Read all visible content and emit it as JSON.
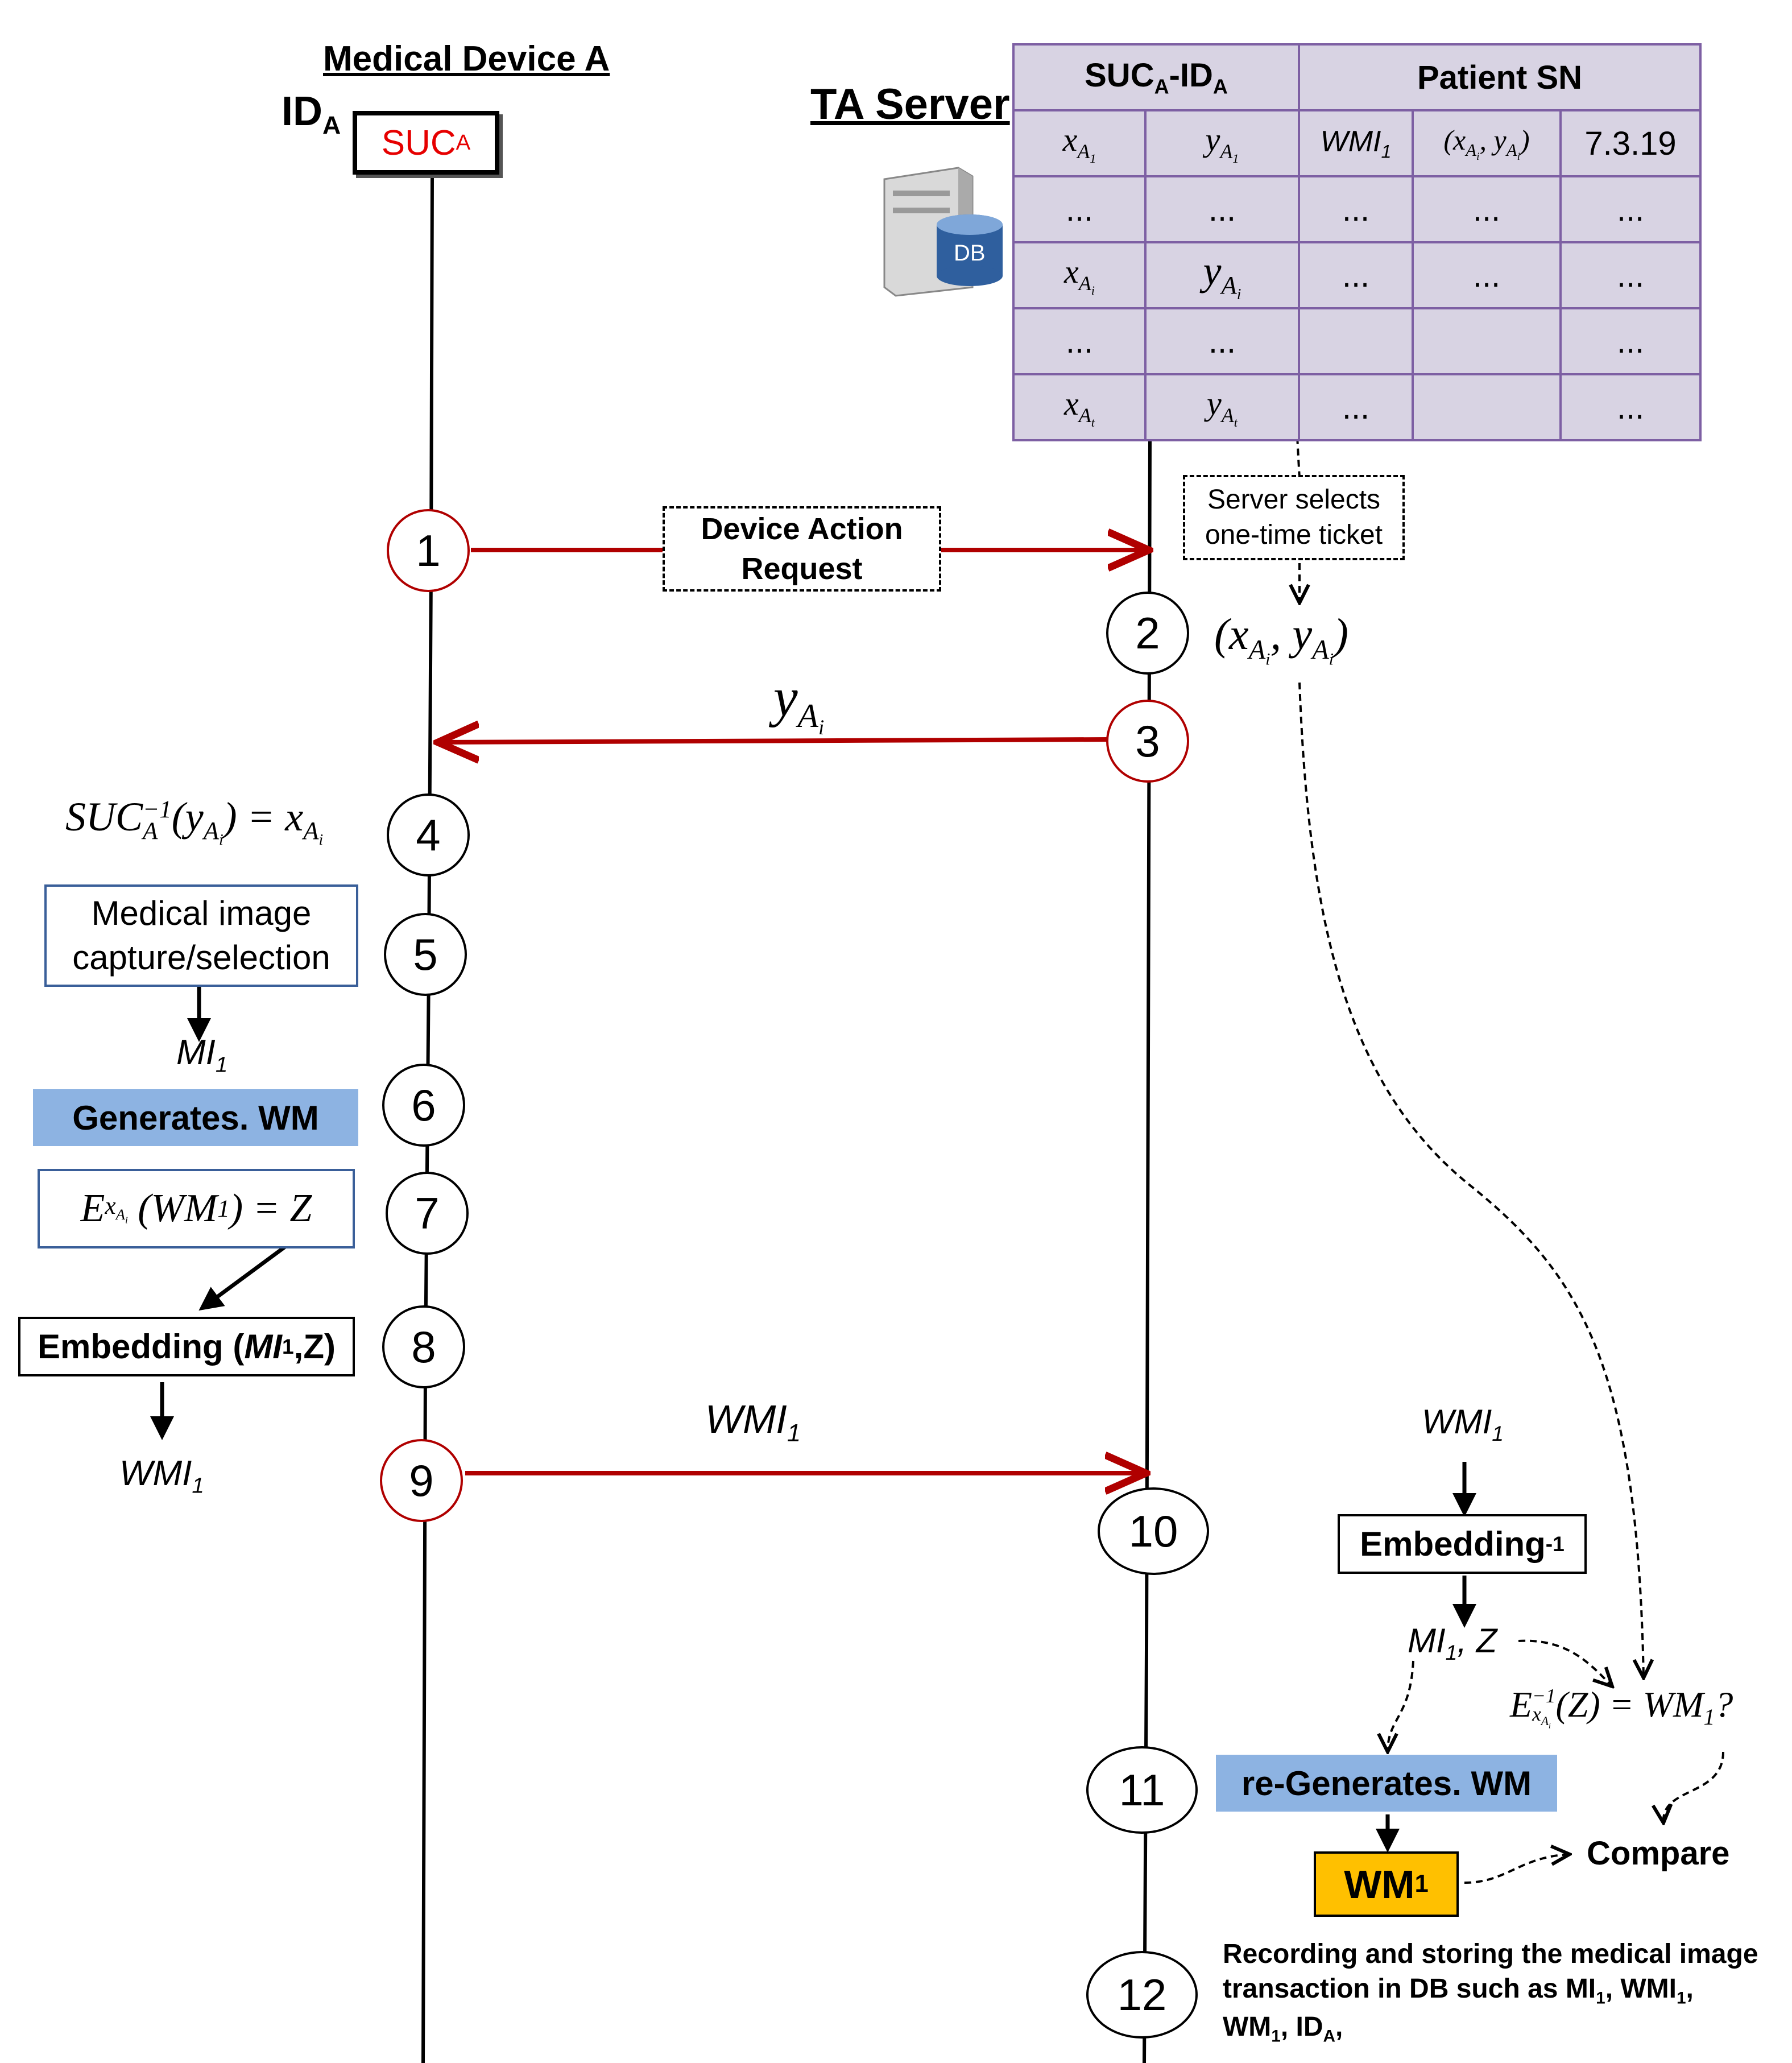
{
  "device": {
    "title": "Medical Device A",
    "id_label": "ID",
    "id_sub": "A",
    "suc_label": "SUC",
    "suc_sub": "A"
  },
  "server": {
    "title": "TA Server",
    "db_label": "DB"
  },
  "table": {
    "header_left": "SUC",
    "header_left_sub1": "A",
    "header_left_mid": "-ID",
    "header_left_sub2": "A",
    "header_right": "Patient SN",
    "row1": {
      "x": "x",
      "x_sub": "A",
      "x_subsub": "1",
      "y": "y",
      "y_sub": "A",
      "y_subsub": "1",
      "wmi": "WMI",
      "wmi_sub": "1",
      "pair": "(x",
      "pair_a": "A",
      "pair_i": "i",
      "pair_mid": ", y",
      "pair_end": ")",
      "date": "7.3.19"
    },
    "ellipsis": "...",
    "row3": {
      "x": "x",
      "x_sub": "A",
      "x_subsub": "i",
      "y": "y",
      "y_sub": "A",
      "y_subsub": "i"
    },
    "row5": {
      "x": "x",
      "x_sub": "A",
      "x_subsub": "t",
      "y": "y",
      "y_sub": "A",
      "y_subsub": "t"
    }
  },
  "steps": {
    "s1": "1",
    "s2": "2",
    "s3": "3",
    "s4": "4",
    "s5": "5",
    "s6": "6",
    "s7": "7",
    "s8": "8",
    "s9": "9",
    "s10": "10",
    "s11": "11",
    "s12": "12"
  },
  "messages": {
    "device_action_request": "Device Action Request",
    "server_selects": "Server selects one-time ticket",
    "ticket_pair": "(x",
    "y_msg": "y",
    "wmi_msg": "WMI",
    "wmi_msg_sub": "1"
  },
  "device_steps": {
    "suc_inverse": "SUC",
    "suc_inverse_sup": "−1",
    "suc_inverse_sub": "A",
    "suc_inverse_rest": "(y",
    "suc_inverse_eq": ") = x",
    "capture": "Medical image capture/selection",
    "mi1": "MI",
    "mi1_sub": "1",
    "generates_wm": "Generates. WM",
    "encrypt_e": "E",
    "encrypt_rest": "(WM",
    "encrypt_eq": ") = Z",
    "embedding_left": "Embedding (",
    "embedding_mi": "MI",
    "embedding_sub": "1",
    "embedding_right": ",Z)",
    "wmi1": "WMI",
    "wmi1_sub": "1"
  },
  "server_steps": {
    "wmi_in": "WMI",
    "wmi_in_sub": "1",
    "embedding_inv": "Embedding",
    "embedding_inv_sup": "-1",
    "mi1_z": "MI",
    "mi1_z_sub": "1",
    "mi1_z_rest": ", Z",
    "decrypt_e": "E",
    "decrypt_sup": "−1",
    "decrypt_rest": "(Z) = WM",
    "decrypt_q": "?",
    "regenerates": "re-Generates. WM",
    "wm1": "WM",
    "wm1_sub": "1",
    "compare": "Compare",
    "recording_l1": "Recording and storing the medical image",
    "recording_l2a": "transaction in DB such as MI",
    "recording_l2b": ", WMI",
    "recording_l2c": ",",
    "recording_l3a": "WM",
    "recording_l3b": ", ID",
    "recording_l3c": ","
  },
  "colors": {
    "red": "#b00000",
    "blue_fill": "#8db3e2",
    "gold": "#ffc000",
    "table_fill": "#d8d3e3",
    "table_border": "#7d5fa3",
    "suc_red": "#e60000"
  }
}
